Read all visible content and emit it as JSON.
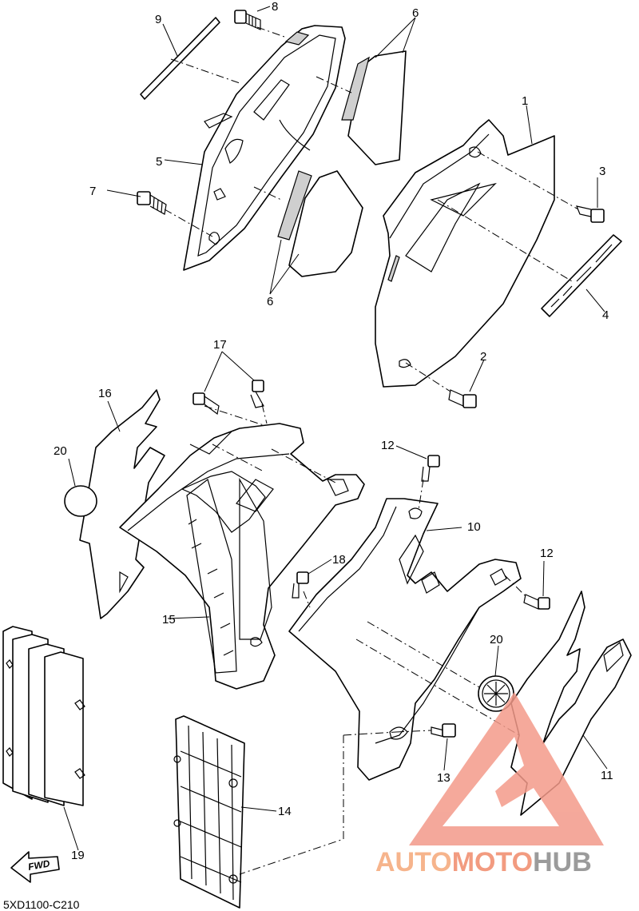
{
  "diagram": {
    "drawing_code": "5XD1100-C210",
    "fwd_label": "FWD",
    "callouts": [
      "1",
      "2",
      "3",
      "4",
      "5",
      "6",
      "6",
      "7",
      "8",
      "9",
      "10",
      "11",
      "12",
      "12",
      "13",
      "14",
      "15",
      "16",
      "17",
      "18",
      "19",
      "20",
      "20"
    ]
  },
  "watermark": {
    "part1": "AUTO",
    "part2": "MOTO",
    "part3": "HUB",
    "color_light": "#f5a878",
    "color_mid": "#f08a6a",
    "color_dark": "#8a8a8a"
  }
}
